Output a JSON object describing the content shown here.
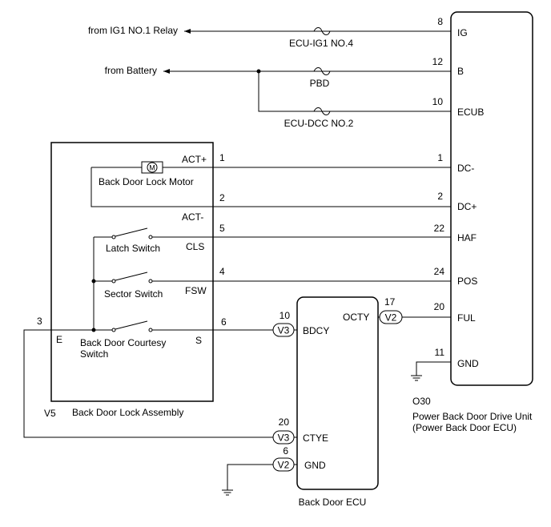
{
  "sources": {
    "ig1": "from IG1 NO.1 Relay",
    "battery": "from Battery"
  },
  "fuses": {
    "ecu_ig1": "ECU-IG1 NO.4",
    "pbd": "PBD",
    "ecu_dcc": "ECU-DCC NO.2"
  },
  "drive_unit": {
    "code": "O30",
    "name": "Power Back Door Drive Unit",
    "subname": "(Power Back Door ECU)",
    "pins": [
      {
        "num": "8",
        "name": "IG"
      },
      {
        "num": "12",
        "name": "B"
      },
      {
        "num": "10",
        "name": "ECUB"
      },
      {
        "num": "1",
        "name": "DC-"
      },
      {
        "num": "2",
        "name": "DC+"
      },
      {
        "num": "22",
        "name": "HAF"
      },
      {
        "num": "24",
        "name": "POS"
      },
      {
        "num": "20",
        "name": "FUL"
      },
      {
        "num": "11",
        "name": "GND"
      }
    ]
  },
  "lock_assembly": {
    "code": "V5",
    "name": "Back Door Lock Assembly",
    "motor_label": "Back Door Lock Motor",
    "motor_symbol": "M",
    "latch_switch": "Latch Switch",
    "sector_switch": "Sector Switch",
    "courtesy_switch_1": "Back Door Courtesy",
    "courtesy_switch_2": "Switch",
    "pins": [
      {
        "num": "1",
        "name": "ACT+"
      },
      {
        "num": "2",
        "name": "ACT-"
      },
      {
        "num": "5",
        "name": "CLS"
      },
      {
        "num": "4",
        "name": "FSW"
      },
      {
        "num": "6",
        "name": "S"
      },
      {
        "num": "3",
        "name": "E"
      }
    ]
  },
  "back_door_ecu": {
    "name": "Back Door ECU",
    "pins": [
      {
        "num": "10",
        "connector": "V3",
        "name": "BDCY"
      },
      {
        "num": "17",
        "connector": "V2",
        "name": "OCTY"
      },
      {
        "num": "20",
        "connector": "V3",
        "name": "CTYE"
      },
      {
        "num": "6",
        "connector": "V2",
        "name": "GND"
      }
    ]
  }
}
